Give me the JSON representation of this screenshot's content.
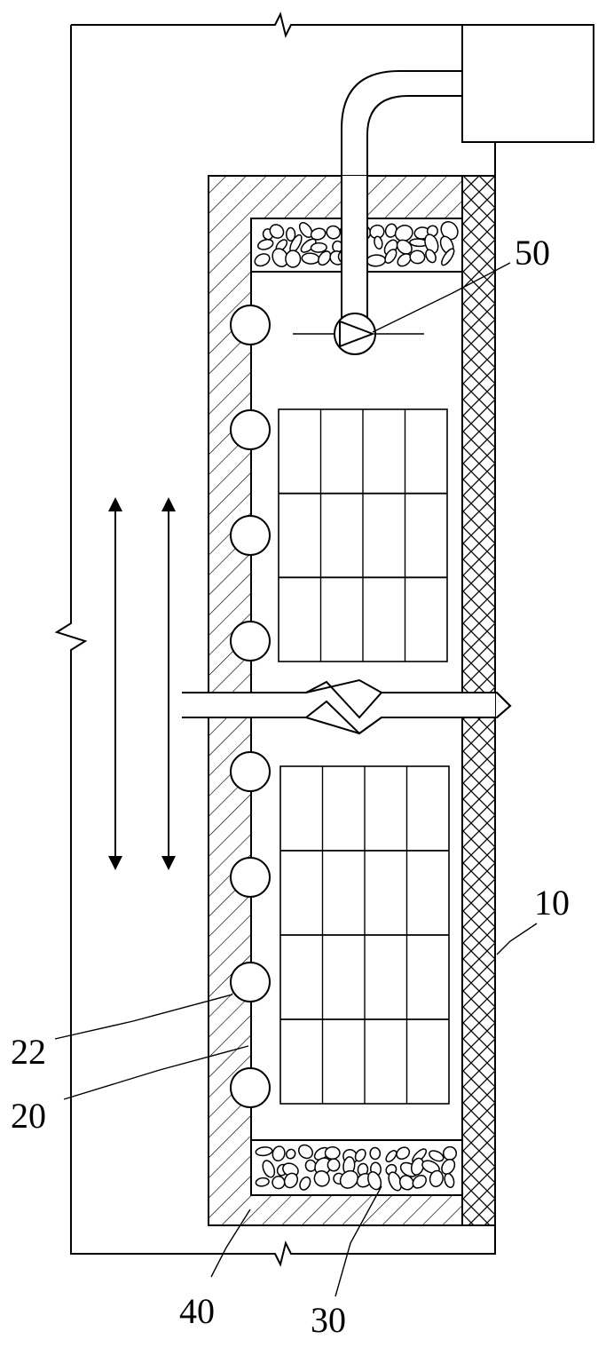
{
  "labels": {
    "pump": "50",
    "side_wall": "10",
    "heat_pipe": "22",
    "cavity": "20",
    "insulation": "40",
    "gravel": "30"
  },
  "colors": {
    "ink": "#000000",
    "paper": "#ffffff"
  }
}
